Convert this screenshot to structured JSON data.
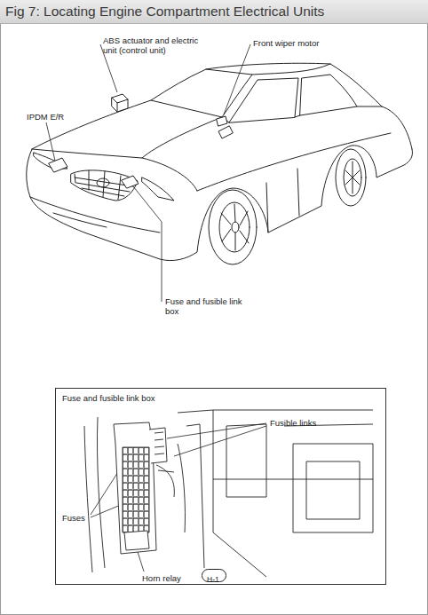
{
  "diagram": {
    "title": "Fig 7: Locating Engine Compartment Electrical Units",
    "nodes": [
      {
        "text": [
          "Fuse and fusible link box"
        ]
      },
      {
        "text": [
          "H-1"
        ],
        "in": 0
      }
    ],
    "labels": [
      "ABS actuator and electric unit (control unit)",
      "Front wiper motor",
      "IPDM E/R",
      "Fuse and fusible link box",
      "Fusible links",
      "Fuses",
      "Horn relay"
    ]
  }
}
